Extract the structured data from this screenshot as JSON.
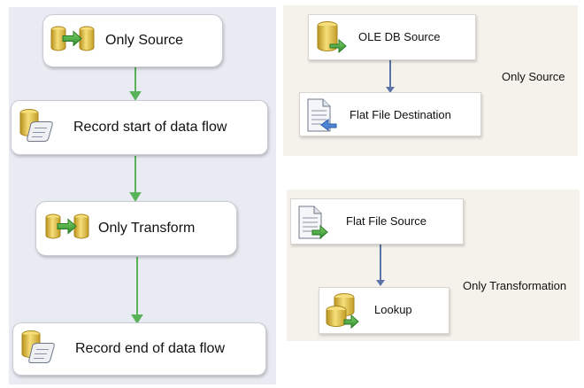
{
  "control_flow": {
    "tasks": [
      {
        "label": "Only Source",
        "icon": "data-flow-task-icon"
      },
      {
        "label": "Record start of data flow",
        "icon": "execute-sql-task-icon"
      },
      {
        "label": "Only Transform",
        "icon": "data-flow-task-icon"
      },
      {
        "label": "Record end of data flow",
        "icon": "execute-sql-task-icon"
      }
    ],
    "connector_color": "#59b35a"
  },
  "dataflow_source": {
    "components": [
      {
        "label": "OLE DB Source",
        "icon": "ole-db-source-icon"
      },
      {
        "label": "Flat File Destination",
        "icon": "flat-file-destination-icon"
      }
    ],
    "caption": "Only Source"
  },
  "dataflow_transform": {
    "components": [
      {
        "label": "Flat File Source",
        "icon": "flat-file-source-icon"
      },
      {
        "label": "Lookup",
        "icon": "lookup-icon"
      }
    ],
    "caption": "Only Transformation"
  },
  "colors": {
    "dataflow_path": "#5b73a8",
    "cylinder": "#e3c248",
    "arrow_green": "#3e9b3a"
  }
}
